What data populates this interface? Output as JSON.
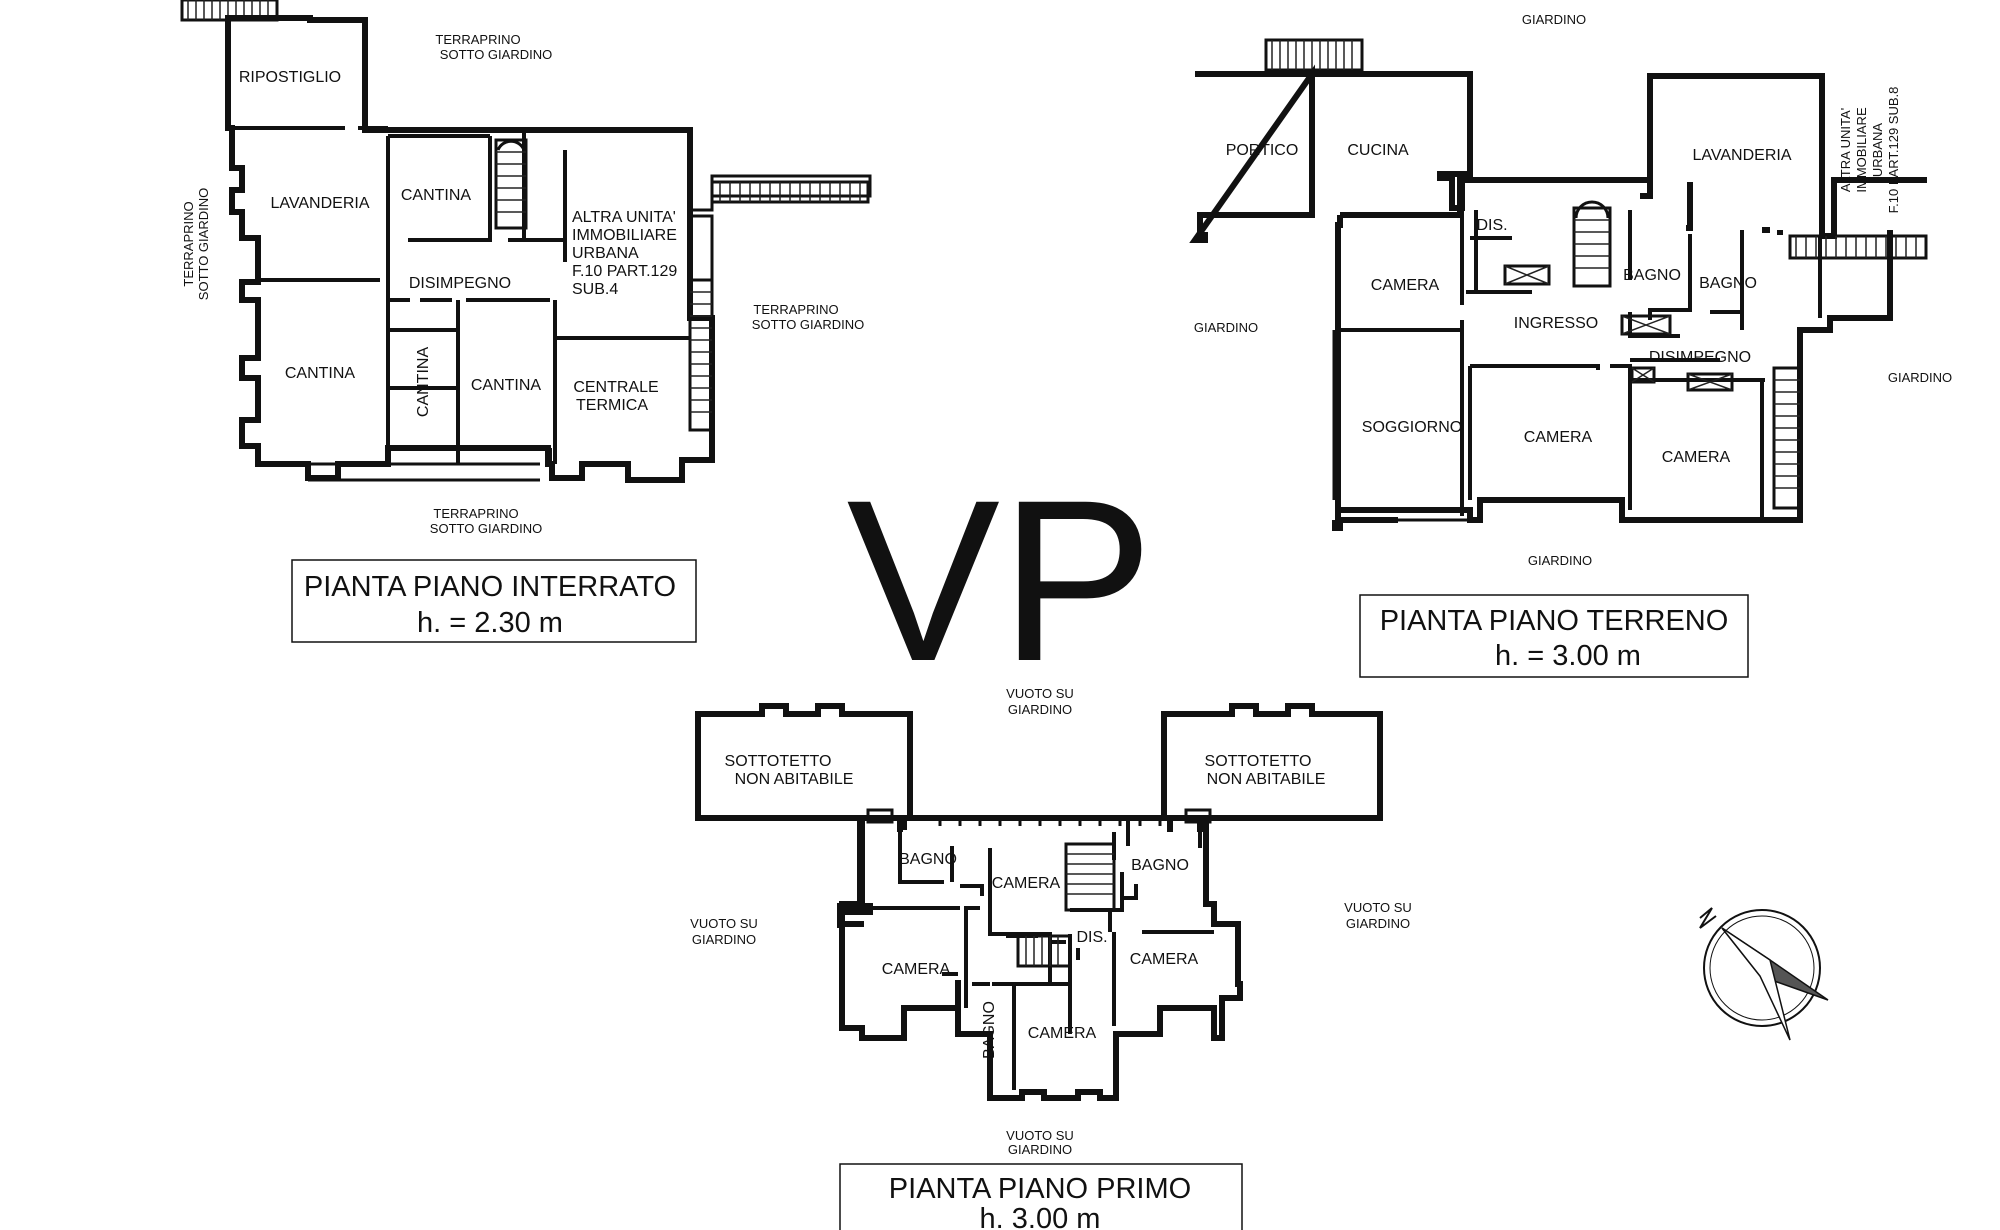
{
  "watermark": "VP",
  "basement": {
    "title": "PIANTA PIANO INTERRATO",
    "height": "h. = 2.30 m",
    "rooms": {
      "ripostiglio": "RIPOSTIGLIO",
      "lavanderia": "LAVANDERIA",
      "cantina_top": "CANTINA",
      "disimpegno": "DISIMPEGNO",
      "cantina_left": "CANTINA",
      "cantina_vertical": "CANTINA",
      "cantina_mid": "CANTINA",
      "centrale_1": "CENTRALE",
      "centrale_2": "TERMICA",
      "altra_1": "ALTRA UNITA'",
      "altra_2": "IMMOBILIARE",
      "altra_3": "URBANA",
      "altra_4": "F.10 PART.129",
      "altra_5": "SUB.4"
    },
    "outside": {
      "top_1": "TERRAPRINO",
      "top_2": "SOTTO GIARDINO",
      "left_1": "TERRAPRINO",
      "left_2": "SOTTO GIARDINO",
      "right_1": "TERRAPRINO",
      "right_2": "SOTTO GIARDINO",
      "bottom_1": "TERRAPRINO",
      "bottom_2": "SOTTO GIARDINO"
    }
  },
  "ground": {
    "title": "PIANTA PIANO TERRENO",
    "height": "h. = 3.00 m",
    "rooms": {
      "portico": "PORTICO",
      "cucina": "CUCINA",
      "lavanderia": "LAVANDERIA",
      "dis": "DIS.",
      "camera_left": "CAMERA",
      "ingresso": "INGRESSO",
      "bagno_1": "BAGNO",
      "bagno_2": "BAGNO",
      "disimpegno": "DISIMPEGNO",
      "soggiorno": "SOGGIORNO",
      "camera_center": "CAMERA",
      "camera_right": "CAMERA",
      "altra_1": "ALTRA UNITA'",
      "altra_2": "IMMOBILIARE",
      "altra_3": "URBANA",
      "altra_4": "F.10 PART.129 SUB.8"
    },
    "outside": {
      "top": "GIARDINO",
      "left": "GIARDINO",
      "right": "GIARDINO",
      "bottom": "GIARDINO"
    }
  },
  "first": {
    "title": "PIANTA PIANO PRIMO",
    "height": "h. 3.00 m",
    "rooms": {
      "sottotetto_left_1": "SOTTOTETTO",
      "sottotetto_left_2": "NON ABITABILE",
      "sottotetto_right_1": "SOTTOTETTO",
      "sottotetto_right_2": "NON ABITABILE",
      "bagno_left": "BAGNO",
      "camera_top": "CAMERA",
      "bagno_right": "BAGNO",
      "dis": "DIS.",
      "camera_left": "CAMERA",
      "camera_right": "CAMERA",
      "bagno_bottom": "BAGNO",
      "camera_bottom": "CAMERA"
    },
    "outside": {
      "top_1": "VUOTO SU",
      "top_2": "GIARDINO",
      "left_1": "VUOTO SU",
      "left_2": "GIARDINO",
      "right_1": "VUOTO SU",
      "right_2": "GIARDINO",
      "bottom_1": "VUOTO SU",
      "bottom_2": "GIARDINO"
    }
  }
}
